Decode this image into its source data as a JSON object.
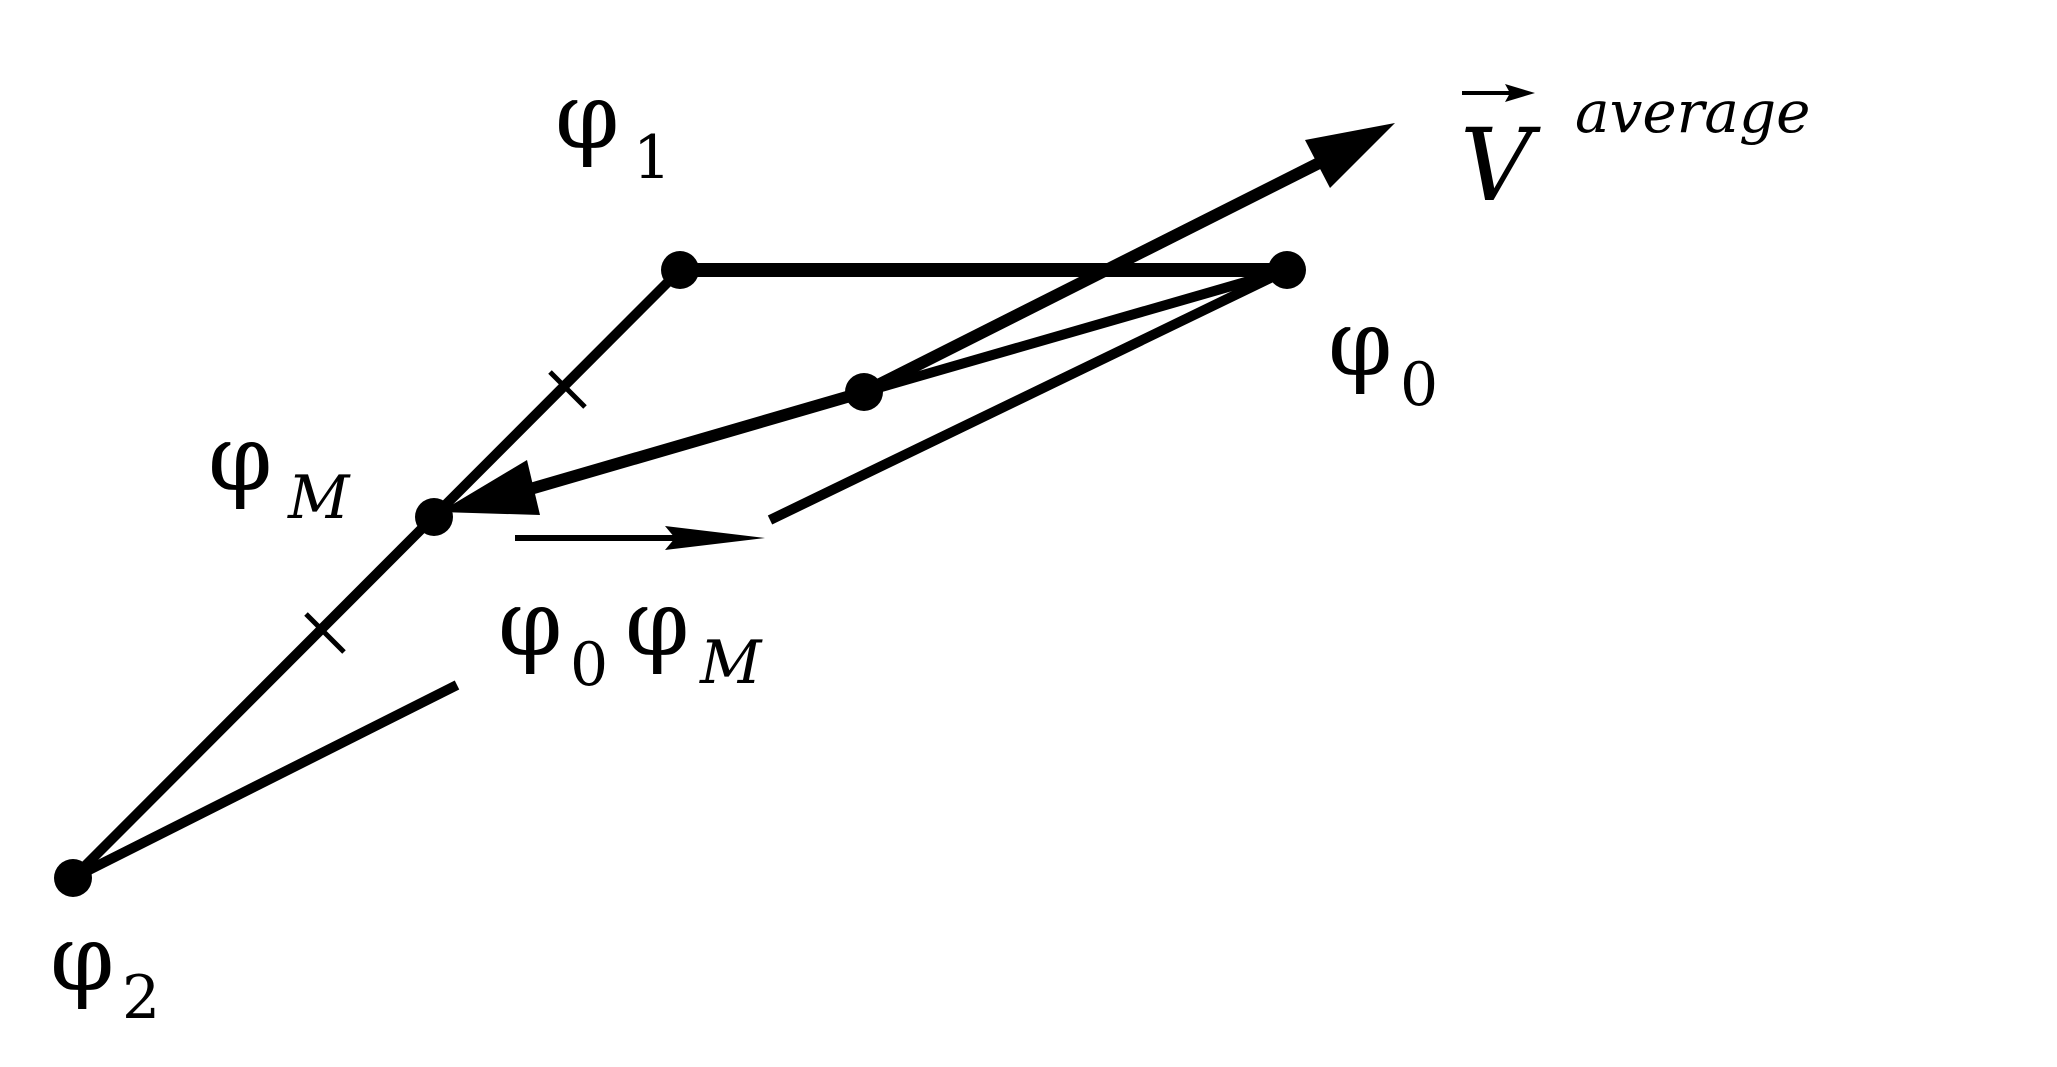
{
  "colors": {
    "stroke": "#000000",
    "background": "#ffffff"
  },
  "labels": {
    "phi_symbol": "φ",
    "phi1_sub": "1",
    "phi0_sub": "0",
    "phiM_sub": "M",
    "phi2_sub": "2",
    "vector_letter": "V",
    "vector_word": "average"
  },
  "bottom_label": {
    "phi0_sub": "0",
    "phiM_sub": "M"
  }
}
